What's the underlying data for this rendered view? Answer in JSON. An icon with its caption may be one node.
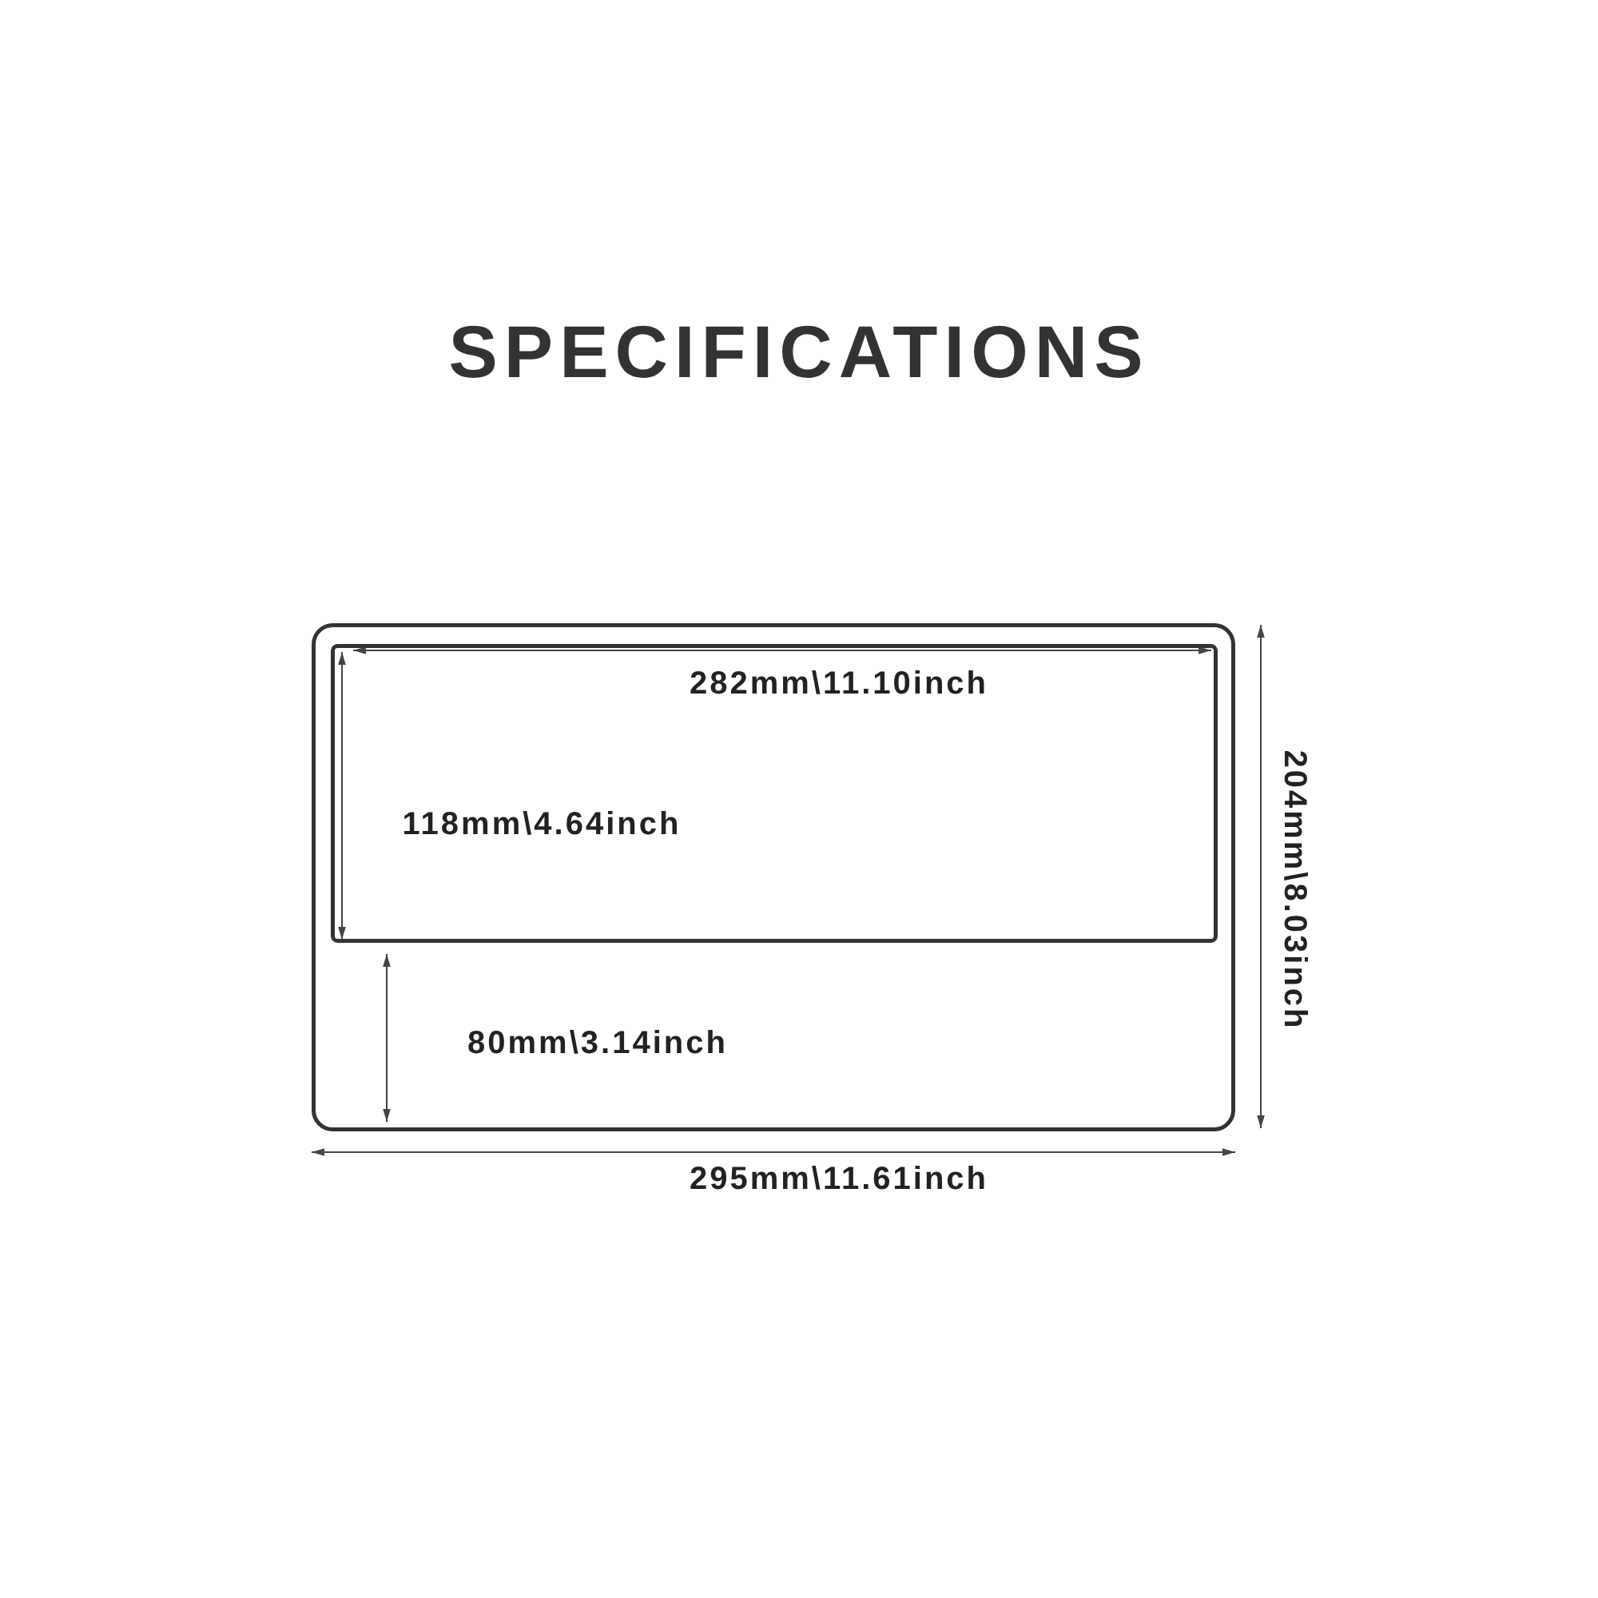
{
  "diagram": {
    "title": "SPECIFICATIONS",
    "labels": [
      "282mm\\11.10inch",
      "204mm\\8.03inch",
      "118mm\\4.64inch",
      "80mm\\3.14inch",
      "295mm\\11.61inch"
    ]
  }
}
